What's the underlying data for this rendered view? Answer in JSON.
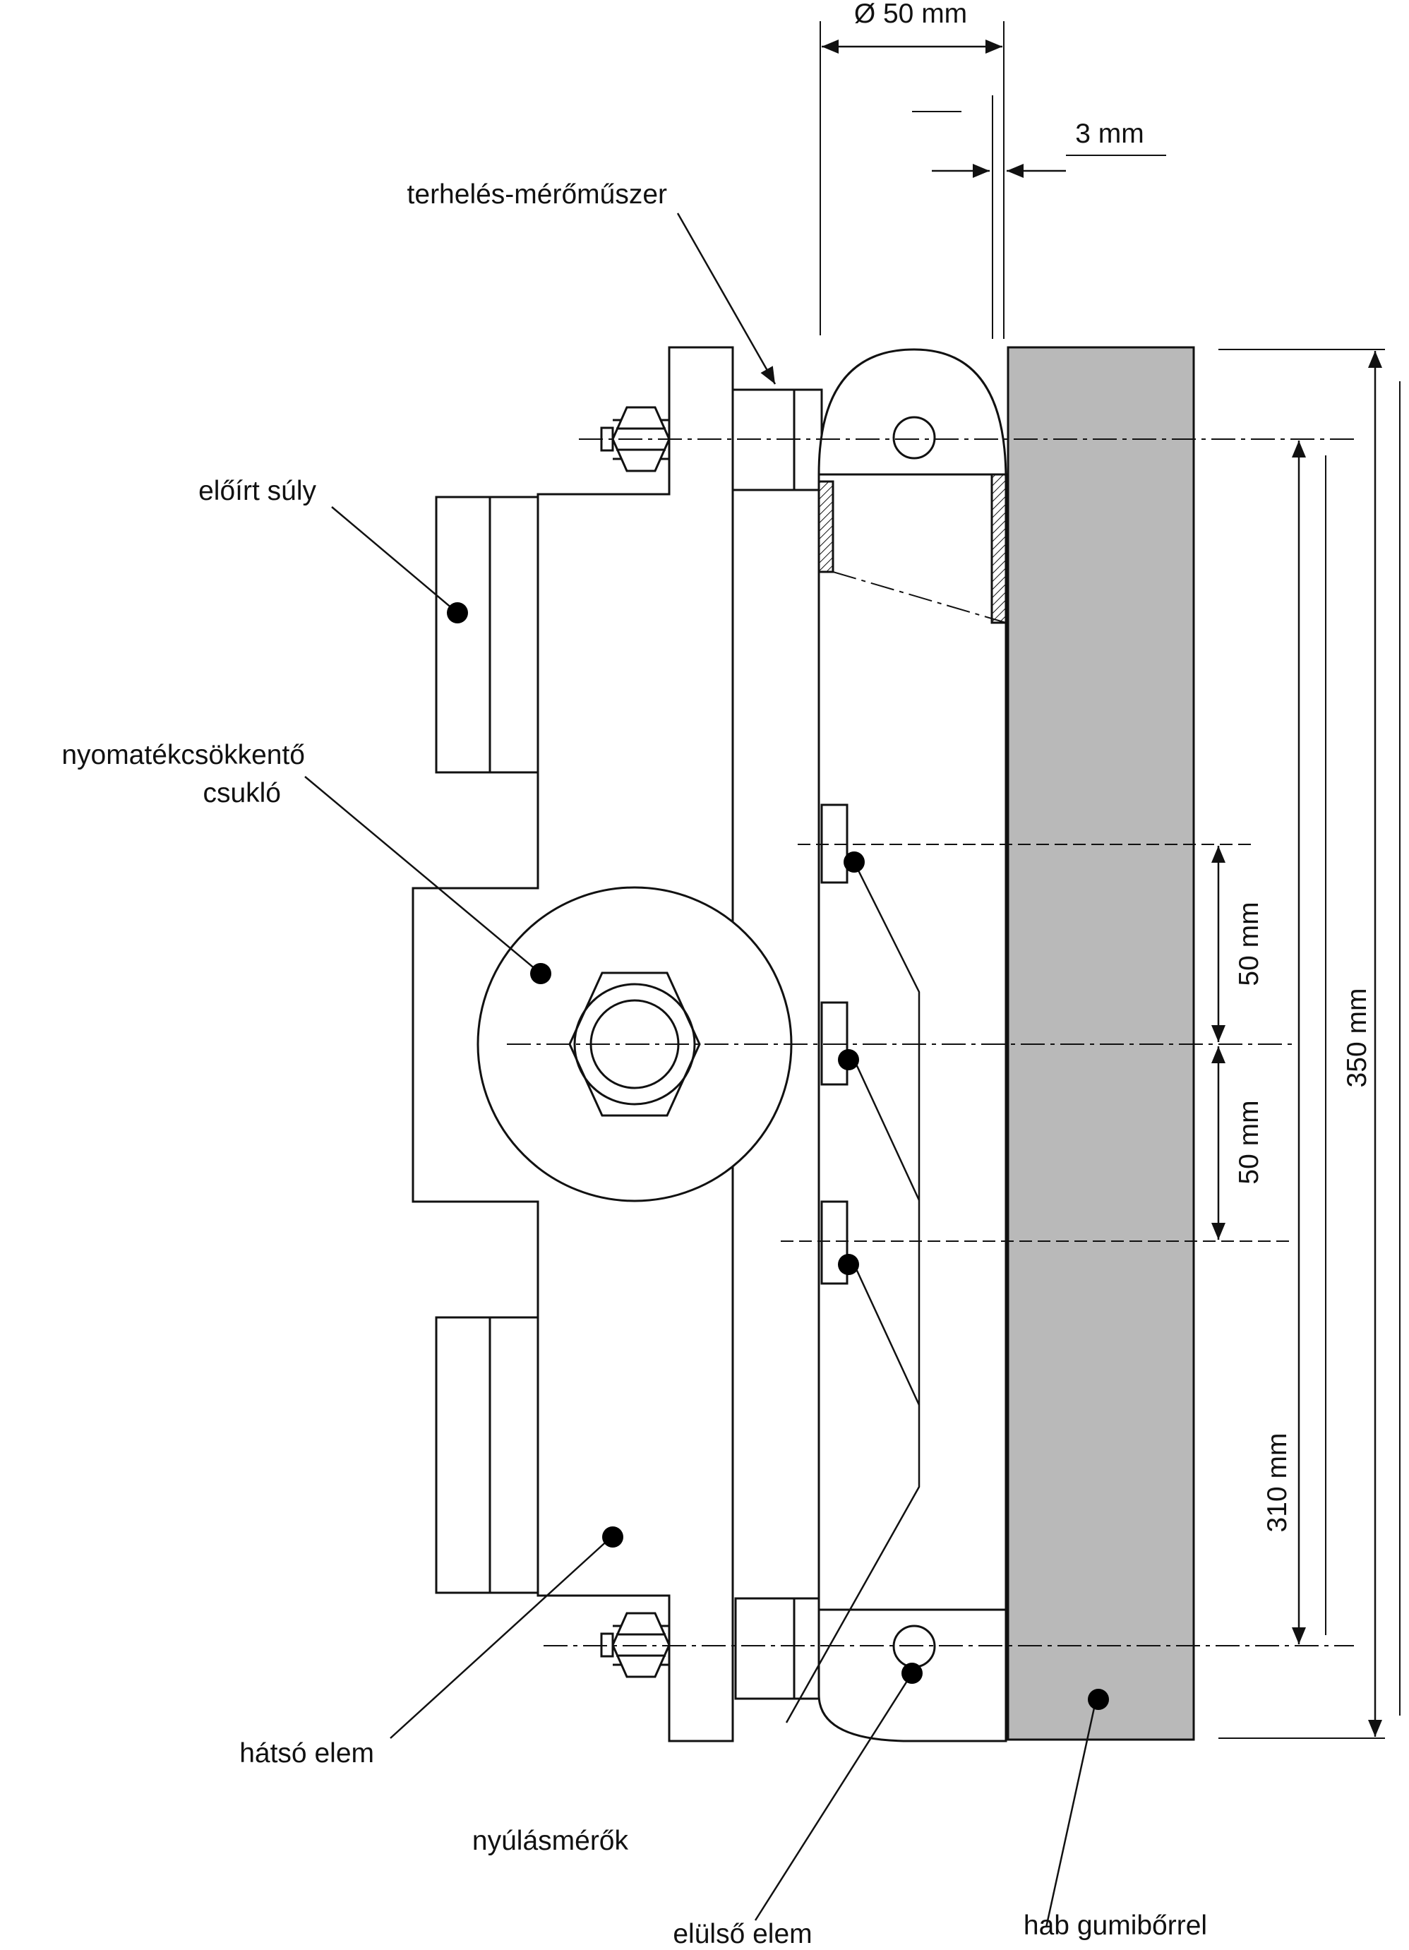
{
  "labels": {
    "diameter": "Ø 50 mm",
    "thickness": "3 mm",
    "load_meter": "terhelés-mérőműszer",
    "weight": "előírt súly",
    "torque_joint_line1": "nyomatékcsökkentő",
    "torque_joint_line2": "csukló",
    "rear_element": "hátsó elem",
    "strain_gauges": "nyúlásmérők",
    "front_element": "elülső elem",
    "foam": "hab gumibőrrel"
  },
  "dimensions": {
    "d1": "50 mm",
    "d2": "50 mm",
    "d3": "310 mm",
    "d4": "350 mm"
  },
  "colors": {
    "line": "#111111",
    "foam_fill": "#b9b9b9",
    "dot": "#000000"
  }
}
